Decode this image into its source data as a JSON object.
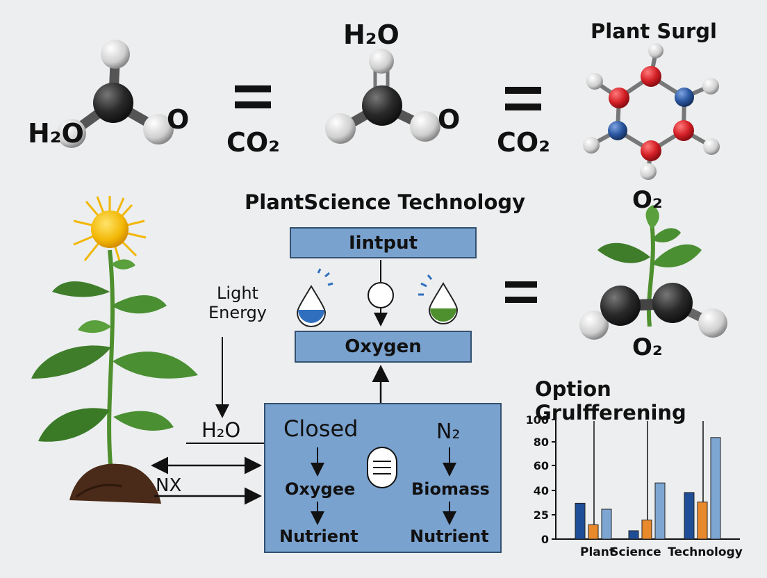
{
  "formulas": {
    "h2o_left": "H₂O",
    "o_left": "O",
    "co2_left": "CO₂",
    "h2o_top": "H₂O",
    "o_mid": "O",
    "co2_mid": "CO₂",
    "plant_surgl": "Plant Surgl",
    "o2_upper": "O₂",
    "o2_lower": "O₂"
  },
  "diagram": {
    "title": "PlantScience Technology",
    "input_box": "Iintput",
    "oxygen_box": "Oxygen",
    "light_energy": [
      "Light",
      "Energy"
    ],
    "h2o_arrow": "H₂O",
    "nx_arrow": "NX",
    "closed_box": {
      "closed": "Closed",
      "n2": "N₂",
      "oxygee": "Oxygee",
      "biomass": "Biomass",
      "nutrient_left": "Nutrient",
      "nutrient_right": "Nutrient"
    }
  },
  "colors": {
    "box_fill": "#7aa2cf",
    "box_border": "#33506f",
    "water_blue": "#2f6fbe",
    "water_green": "#4e8f2e",
    "bar_dark": "#1f4e96",
    "bar_orange": "#e8892c",
    "bar_light": "#7ea6d3",
    "atom_red": "#d42027",
    "atom_blue": "#2a56a0"
  },
  "chart_data": {
    "type": "bar",
    "title": "Option Grulfferening",
    "categories": [
      "Plant",
      "Science",
      "Technology"
    ],
    "series": [
      {
        "values": [
          30,
          7,
          39
        ],
        "color": "#1f4e96"
      },
      {
        "values": [
          12,
          16,
          31
        ],
        "color": "#e8892c"
      },
      {
        "values": [
          25,
          47,
          85
        ],
        "color": "#7ea6d3"
      }
    ],
    "yticks": [
      "100",
      "80",
      "60",
      "40",
      "25",
      "0"
    ],
    "ylim": [
      0,
      100
    ],
    "grid": false
  }
}
